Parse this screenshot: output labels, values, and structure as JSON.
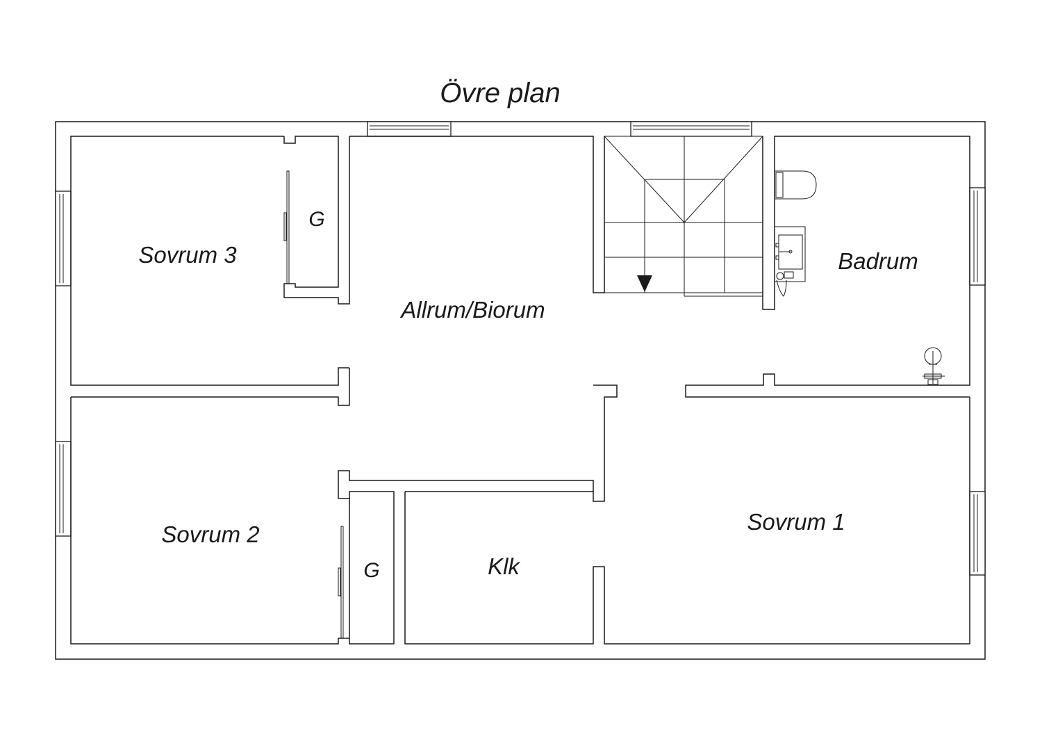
{
  "title": "Övre plan",
  "rooms": {
    "sovrum3": "Sovrum 3",
    "garderob_top": "G",
    "allrum": "Allrum/Biorum",
    "badrum": "Badrum",
    "sovrum2": "Sovrum 2",
    "garderob_bottom": "G",
    "klk": "Klk",
    "sovrum1": "Sovrum 1"
  },
  "colors": {
    "line": "#1a1a1a",
    "background": "#ffffff"
  }
}
